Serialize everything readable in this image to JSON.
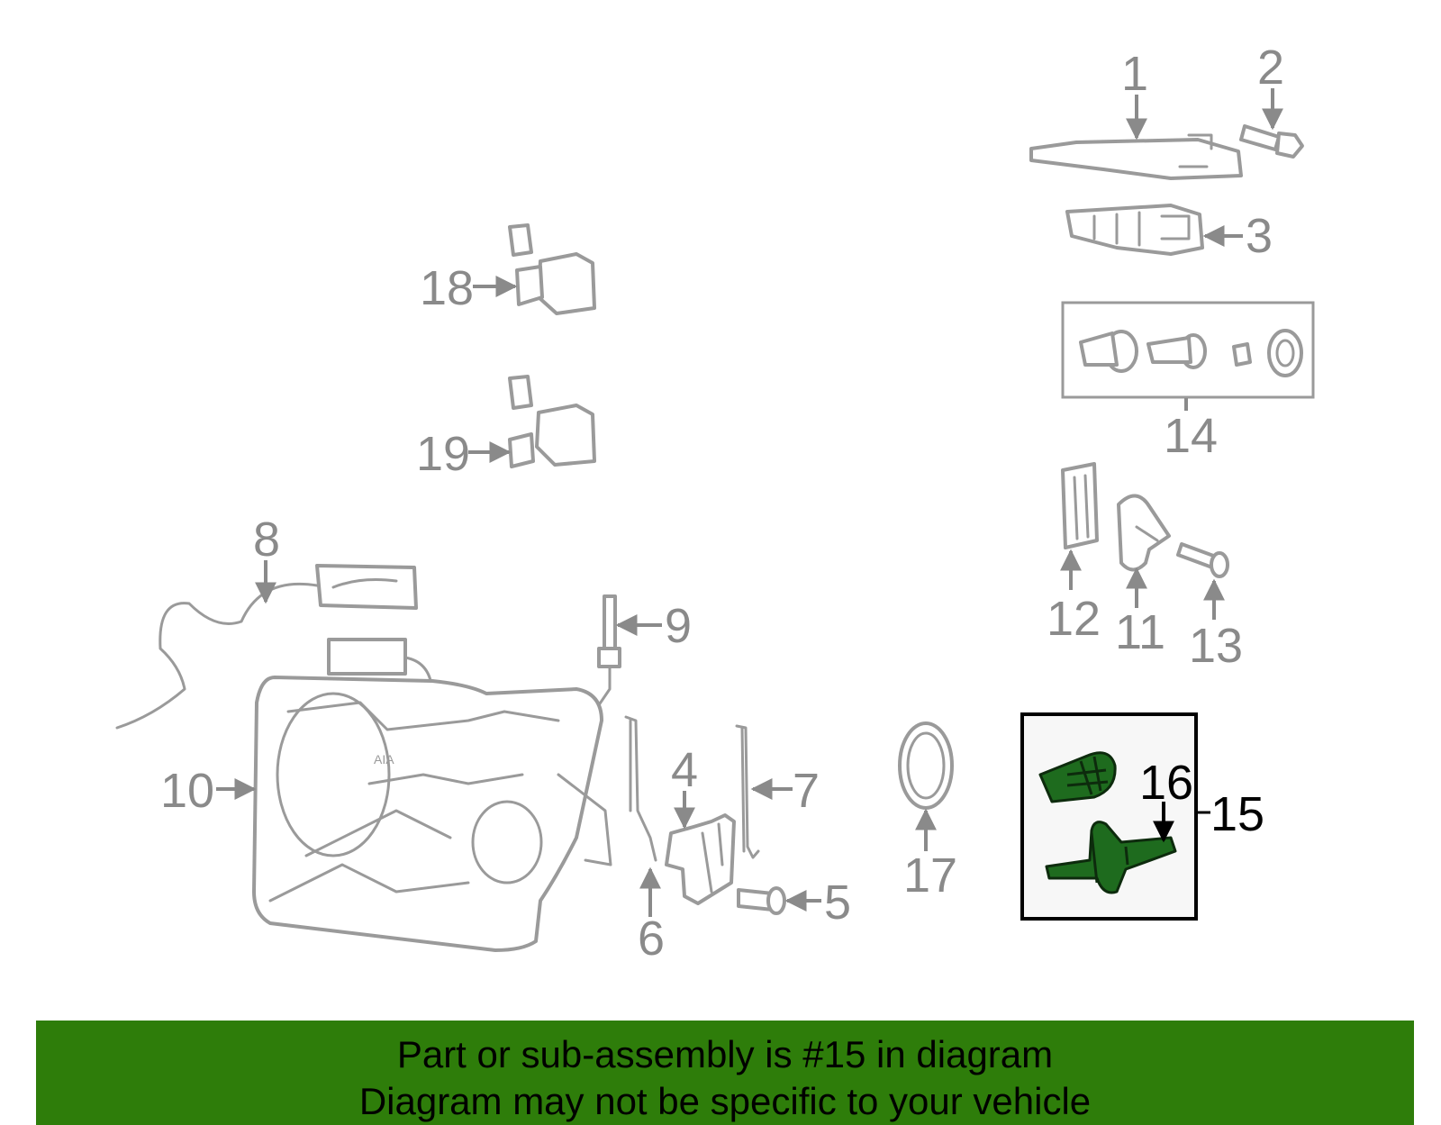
{
  "colors": {
    "line_gray": "#9a9a9a",
    "label_gray": "#8a8a8a",
    "highlight_green": "#1e6b1e",
    "banner_green": "#2e7d0a"
  },
  "callouts": {
    "c1": "1",
    "c2": "2",
    "c3": "3",
    "c4": "4",
    "c5": "5",
    "c6": "6",
    "c7": "7",
    "c8": "8",
    "c9": "9",
    "c10": "10",
    "c11": "11",
    "c12": "12",
    "c13": "13",
    "c14": "14",
    "c15": "15",
    "c16": "16",
    "c17": "17",
    "c18": "18",
    "c19": "19"
  },
  "highlighted_part": "15",
  "banner": {
    "line1": "Part or sub-assembly is #15 in diagram",
    "line2": "Diagram may not be specific to your vehicle"
  }
}
